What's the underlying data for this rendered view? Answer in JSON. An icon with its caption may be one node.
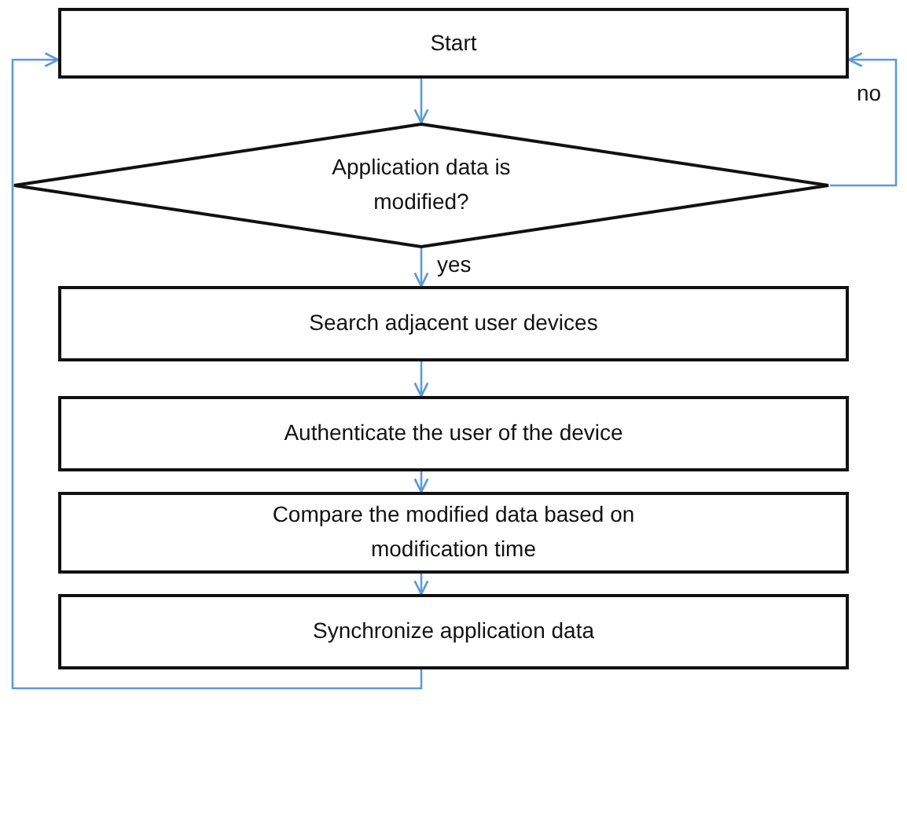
{
  "diagram": {
    "nodes": [
      {
        "text": [
          "Start"
        ]
      },
      {
        "text": [
          "Application data is modified?"
        ]
      },
      {
        "text": [
          "Search adjacent user devices"
        ]
      },
      {
        "text": [
          "Authenticate the user of the device"
        ]
      },
      {
        "text": [
          "Compare the modified data based on modification time"
        ]
      },
      {
        "text": [
          "Synchronize application data"
        ]
      }
    ],
    "edges": [
      {
        "from": 0,
        "to": 1,
        "arrow": "to"
      },
      {
        "from": 1,
        "to": 0,
        "arrow": "to",
        "label": "no"
      },
      {
        "from": 1,
        "to": 2,
        "arrow": "to",
        "label": "yes"
      },
      {
        "from": 2,
        "to": 3,
        "arrow": "to"
      },
      {
        "from": 3,
        "to": 4,
        "arrow": "to"
      },
      {
        "from": 4,
        "to": 5,
        "arrow": "to"
      },
      {
        "from": 5,
        "to": 0,
        "arrow": "to"
      }
    ]
  }
}
